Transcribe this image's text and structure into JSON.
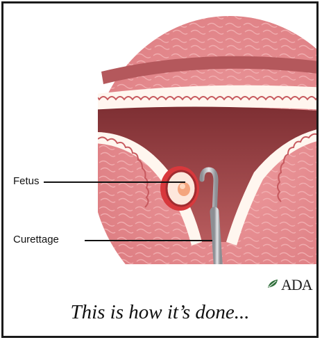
{
  "labels": {
    "fetus": "Fetus",
    "curettage": "Curettage"
  },
  "logo": {
    "text": "ADA",
    "icon": "leaf-icon"
  },
  "caption": "This is how it’s done...",
  "colors": {
    "tissue": "#e7898d",
    "lining": "#fff6ef",
    "cavity": "#8f3a3d",
    "instrument": "#a9abb0",
    "frame": "#1a1a1a"
  }
}
